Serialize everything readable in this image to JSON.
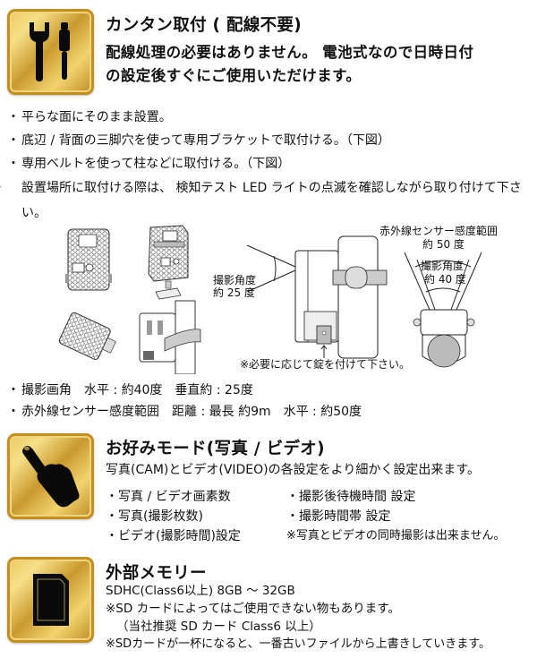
{
  "sections": {
    "install": {
      "icon": "wrench-screwdriver-icon",
      "title": "カンタン取付 ( 配線不要)",
      "lead_line1": "配線処理の必要はありません。 電池式なので日時日付",
      "lead_line2": "の設定後すぐにご使用いただけます。",
      "bullets": [
        "平らな面にそのまま設置。",
        "底辺 / 背面の三脚穴を使って専用ブラケットで取付ける。（下図）",
        "専用ベルトを使って柱などに取付ける。（下図）",
        "設置場所に取付ける際は、 検知テスト LED ライトの点滅を確認しながら取り付けて下さい。"
      ],
      "bullet_mark": "・",
      "figures": {
        "side_angle_label_1": "撮影角度",
        "side_angle_label_2": "約 25 度",
        "lock_note": "※必要に応じて錠を付けて下さい。",
        "sensor_range_label_1": "赤外線センサー感度範囲",
        "sensor_range_label_2": "約 50 度",
        "top_angle_label_1": "撮影角度",
        "top_angle_label_2": "約 40 度"
      },
      "specs": [
        "撮影画角　水平 : 約40度　垂直約 : 25度",
        "赤外線センサー感度範囲　距離 : 最長 約9m　水平 : 約50度"
      ]
    },
    "mode": {
      "icon": "pointing-hand-icon",
      "title": "お好みモード(写真 / ビデオ)",
      "description": "写真(CAM)とビデオ(VIDEO)の各設定をより細かく設定出来ます。",
      "left_items": [
        "・写真 / ビデオ画素数",
        "・写真(撮影枚数)",
        "・ビデオ(撮影時間)設定"
      ],
      "right_items": [
        "・撮影後待機時間 設定",
        "・撮影時間帯 設定",
        "※写真とビデオの同時撮影は出来ません。"
      ]
    },
    "memory": {
      "icon": "sd-card-icon",
      "title": "外部メモリー",
      "lines": [
        "SDHC(Class6以上) 8GB ～ 32GB",
        "※SD カードによってはご使用できない物もあります。",
        "（当社推奨 SD カード Class6 以上）",
        "※SDカードが一杯になると、一番古いファイルから上書きしていきます。"
      ]
    }
  },
  "colors": {
    "gold_light": "#f7e08a",
    "gold_mid": "#e9c45a",
    "gold_dark": "#b8861f",
    "text": "#111111",
    "background": "#ffffff"
  }
}
